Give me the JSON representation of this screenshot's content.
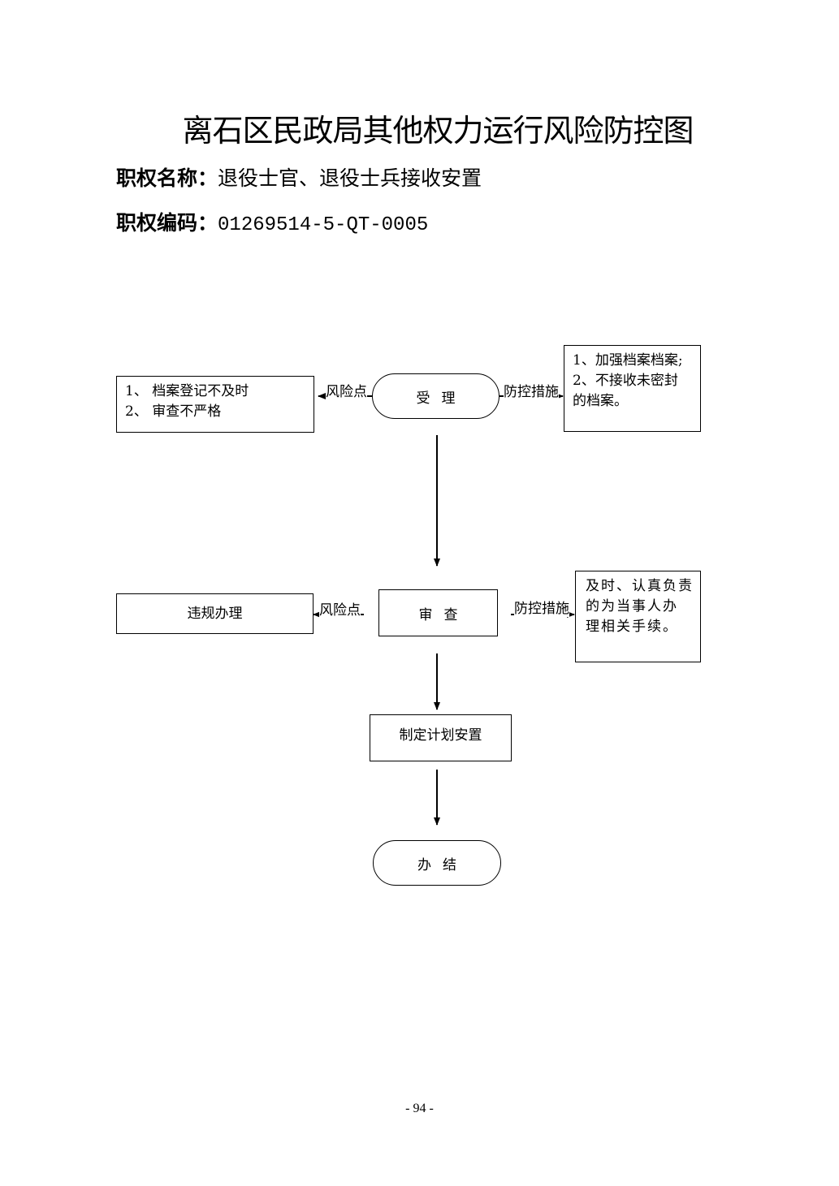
{
  "document": {
    "title": "离石区民政局其他权力运行风险防控图",
    "power_name_label": "职权名称：",
    "power_name_value": "退役士官、退役士兵接收安置",
    "power_code_label": "职权编码：",
    "power_code_value": "01269514-5-QT-0005",
    "page_number": "- 94 -"
  },
  "flow": {
    "steps": [
      {
        "id": "accept",
        "label": "受理"
      },
      {
        "id": "review",
        "label": "审查"
      },
      {
        "id": "plan",
        "label": "制定计划安置"
      },
      {
        "id": "finish",
        "label": "办结"
      }
    ],
    "accept_risks": "1、 档案登记不及时\n2、 审查不严格",
    "accept_controls": "1、加强档案档案;\n2、不接收未密封\n的档案。",
    "review_risks": "违规办理",
    "review_controls": "及时、认真负责\n的为当事人办\n理相关手续。",
    "risk_label": "风险点",
    "control_label": "防控措施"
  }
}
